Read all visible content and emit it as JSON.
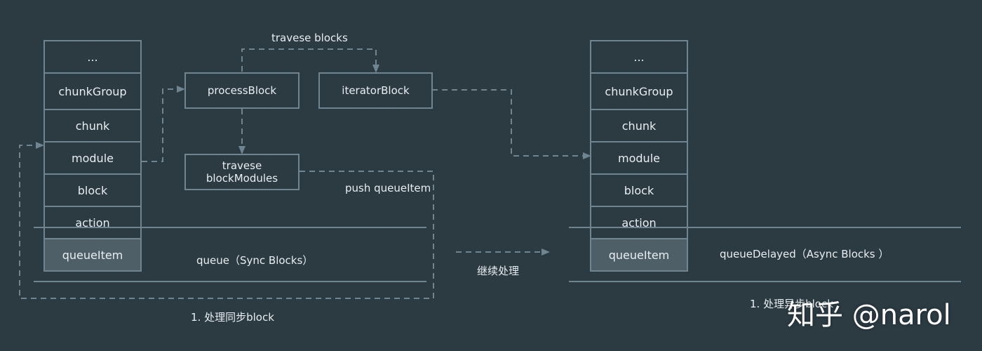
{
  "colors": {
    "background": "#2c3a42",
    "line": "#6f8591",
    "text": "#e8eef1",
    "highlight_cell": "#4f5f68"
  },
  "left_stack": [
    "...",
    "chunkGroup",
    "chunk",
    "module",
    "block",
    "action",
    "queueItem"
  ],
  "right_stack": [
    "...",
    "chunkGroup",
    "chunk",
    "module",
    "block",
    "action",
    "queueItem"
  ],
  "boxes": {
    "process_block": "processBlock",
    "iterator_block": "iteratorBlock",
    "traverse_block_modules": "travese\nblockModules"
  },
  "labels": {
    "travese_blocks": "travese blocks",
    "push_queue_item": "push queueItem",
    "queue_sync": "queue（Sync Blocks）",
    "continue_processing": "继续处理",
    "queue_delayed": "queueDelayed（Async Blocks ）",
    "step_sync": "1. 处理同步block",
    "step_async": "1. 处理异步block"
  },
  "watermark": "知乎 @narol"
}
